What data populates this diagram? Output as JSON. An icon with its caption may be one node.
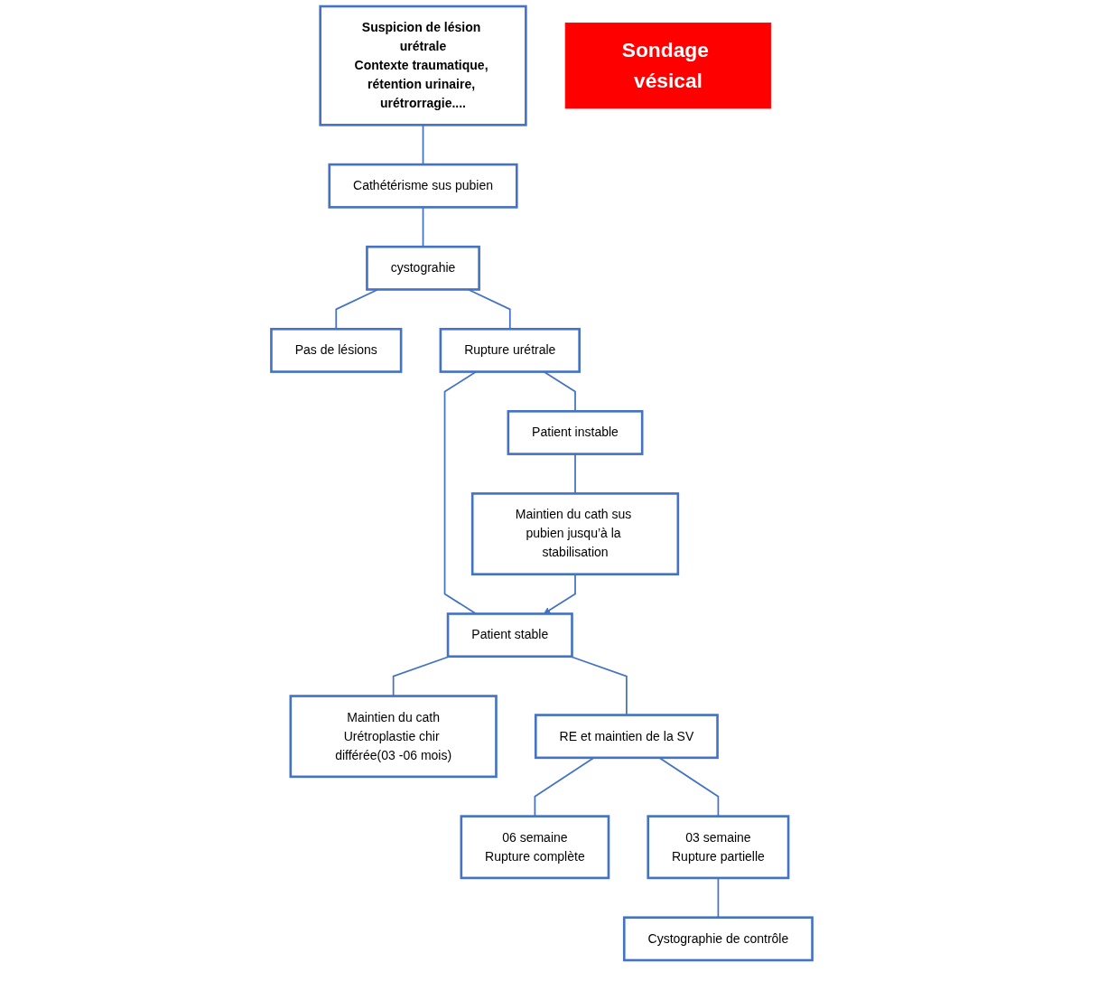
{
  "diagram": {
    "nodes": [
      {
        "text": [
          "Suspicion de lésion urétrale",
          "Contexte traumatique, rétention urinaire, urétrorragie...."
        ]
      },
      {
        "text": [
          "Cathétérisme sus pubien"
        ]
      },
      {
        "text": [
          "cystograhie"
        ]
      },
      {
        "text": [
          "Pas de lésions"
        ]
      },
      {
        "text": [
          "Rupture urétrale"
        ]
      },
      {
        "text": [
          "Patient stable"
        ]
      },
      {
        "text": [
          "Patient instable"
        ]
      },
      {
        "text": [
          "Maintien du cath",
          "Urétroplastie chir différée(03 -06 mois)"
        ]
      },
      {
        "text": [
          "RE et maintien de la SV"
        ]
      },
      {
        "text": [
          "06 semaine",
          "Rupture complète"
        ]
      },
      {
        "text": [
          "03 semaine",
          "Rupture partielle"
        ]
      },
      {
        "text": [
          "Cystographie de contrôle"
        ]
      },
      {
        "text": [
          "Maintien du cath sus pubien jusqu’à la stabilisation"
        ]
      },
      {
        "text": [
          "Sondage vésical"
        ]
      }
    ],
    "edges": [
      {
        "from": 0,
        "to": 1,
        "arrow": "none"
      },
      {
        "from": 1,
        "to": 2,
        "arrow": "none"
      },
      {
        "from": 2,
        "to": 3,
        "arrow": "none"
      },
      {
        "from": 2,
        "to": 4,
        "arrow": "none"
      },
      {
        "from": 4,
        "to": 5,
        "arrow": "none"
      },
      {
        "from": 4,
        "to": 6,
        "arrow": "none"
      },
      {
        "from": 5,
        "to": 7,
        "arrow": "none"
      },
      {
        "from": 5,
        "to": 8,
        "arrow": "none"
      },
      {
        "from": 6,
        "to": 12,
        "arrow": "none"
      },
      {
        "from": 8,
        "to": 9,
        "arrow": "none"
      },
      {
        "from": 8,
        "to": 10,
        "arrow": "none"
      },
      {
        "from": 10,
        "to": 11,
        "arrow": "none"
      },
      {
        "from": 12,
        "to": 5,
        "arrow": "to"
      }
    ]
  }
}
